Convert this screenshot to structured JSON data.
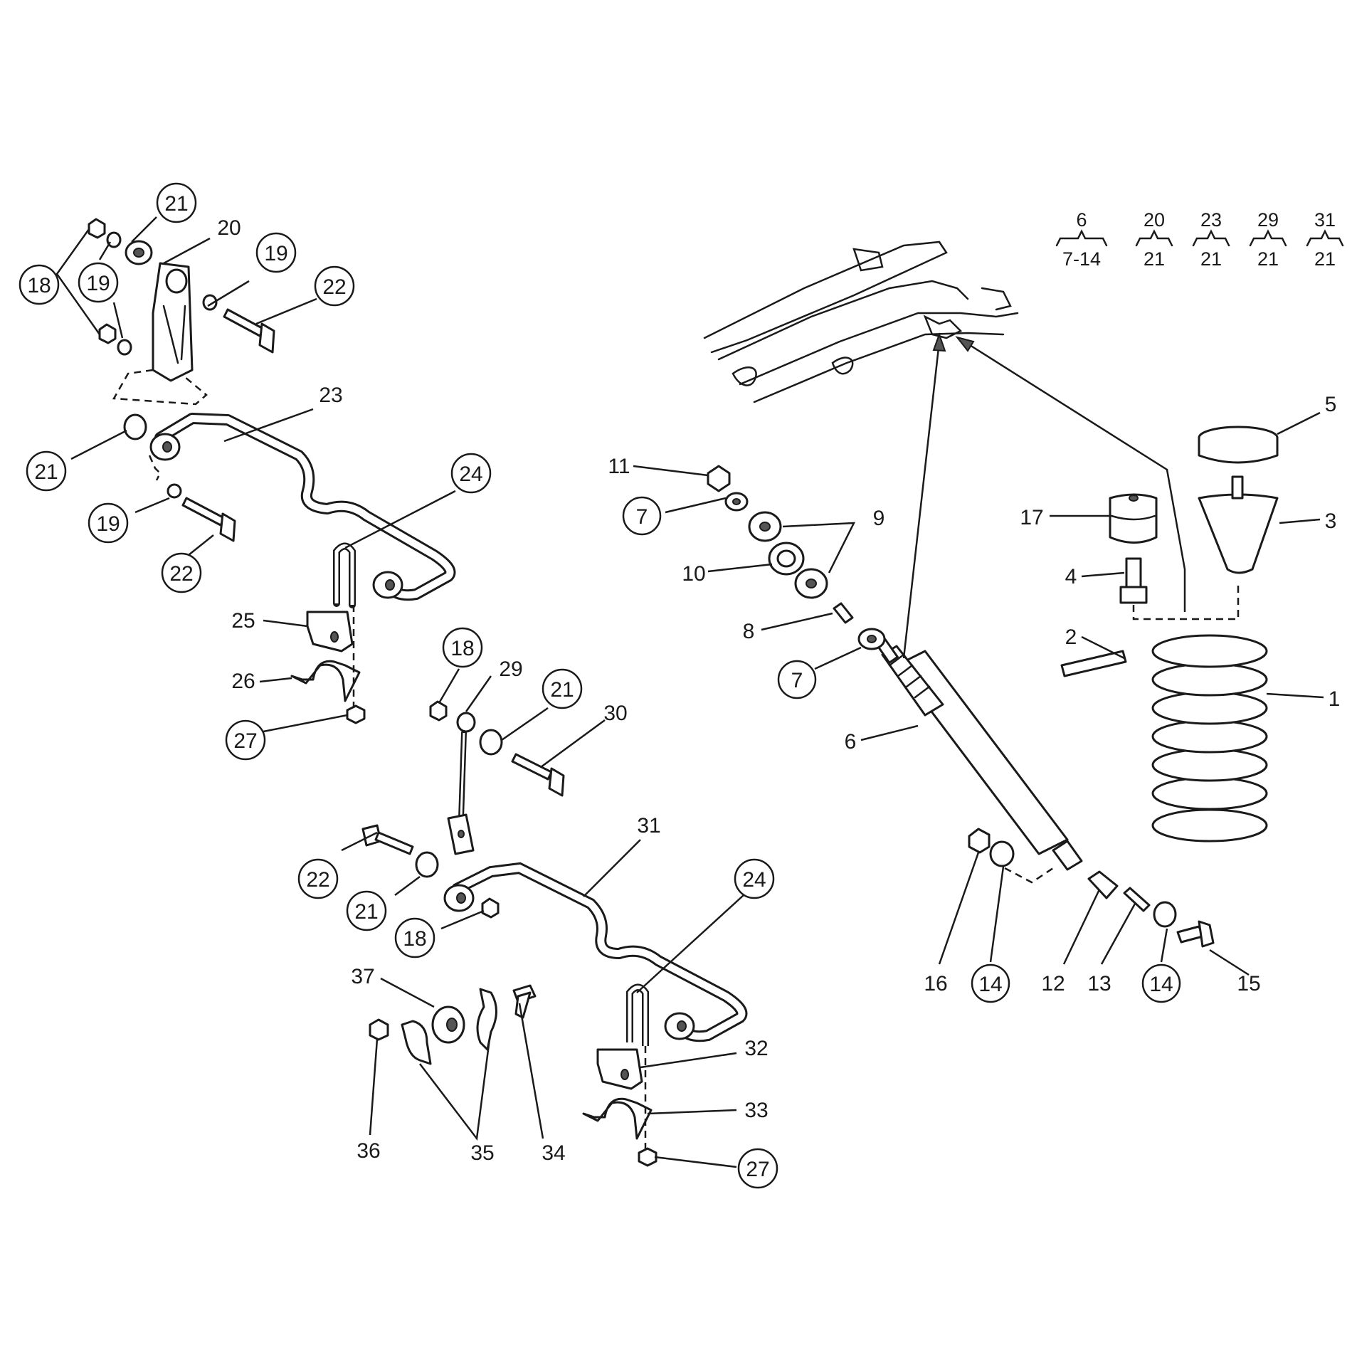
{
  "callouts": [
    {
      "n": "1",
      "circled": false
    },
    {
      "n": "2",
      "circled": false
    },
    {
      "n": "3",
      "circled": false
    },
    {
      "n": "4",
      "circled": false
    },
    {
      "n": "5",
      "circled": false
    },
    {
      "n": "6",
      "circled": false
    },
    {
      "n": "7",
      "circled": true
    },
    {
      "n": "7",
      "circled": true
    },
    {
      "n": "8",
      "circled": false
    },
    {
      "n": "9",
      "circled": false
    },
    {
      "n": "10",
      "circled": false
    },
    {
      "n": "11",
      "circled": false
    },
    {
      "n": "12",
      "circled": false
    },
    {
      "n": "13",
      "circled": false
    },
    {
      "n": "14",
      "circled": true
    },
    {
      "n": "14",
      "circled": true
    },
    {
      "n": "15",
      "circled": false
    },
    {
      "n": "16",
      "circled": false
    },
    {
      "n": "17",
      "circled": false
    },
    {
      "n": "18",
      "circled": true
    },
    {
      "n": "18",
      "circled": true
    },
    {
      "n": "18",
      "circled": true
    },
    {
      "n": "19",
      "circled": true
    },
    {
      "n": "19",
      "circled": true
    },
    {
      "n": "19",
      "circled": true
    },
    {
      "n": "20",
      "circled": false
    },
    {
      "n": "21",
      "circled": true
    },
    {
      "n": "21",
      "circled": true
    },
    {
      "n": "21",
      "circled": true
    },
    {
      "n": "21",
      "circled": true
    },
    {
      "n": "22",
      "circled": true
    },
    {
      "n": "22",
      "circled": true
    },
    {
      "n": "22",
      "circled": true
    },
    {
      "n": "23",
      "circled": false
    },
    {
      "n": "24",
      "circled": true
    },
    {
      "n": "24",
      "circled": true
    },
    {
      "n": "25",
      "circled": false
    },
    {
      "n": "26",
      "circled": false
    },
    {
      "n": "27",
      "circled": true
    },
    {
      "n": "27",
      "circled": true
    },
    {
      "n": "29",
      "circled": false
    },
    {
      "n": "30",
      "circled": false
    },
    {
      "n": "31",
      "circled": false
    },
    {
      "n": "32",
      "circled": false
    },
    {
      "n": "33",
      "circled": false
    },
    {
      "n": "34",
      "circled": false
    },
    {
      "n": "35",
      "circled": false
    },
    {
      "n": "36",
      "circled": false
    },
    {
      "n": "37",
      "circled": false
    }
  ],
  "legend": [
    {
      "top": "6",
      "bottom": "7-14"
    },
    {
      "top": "20",
      "bottom": "21"
    },
    {
      "top": "23",
      "bottom": "21"
    },
    {
      "top": "29",
      "bottom": "21"
    },
    {
      "top": "31",
      "bottom": "21"
    }
  ]
}
